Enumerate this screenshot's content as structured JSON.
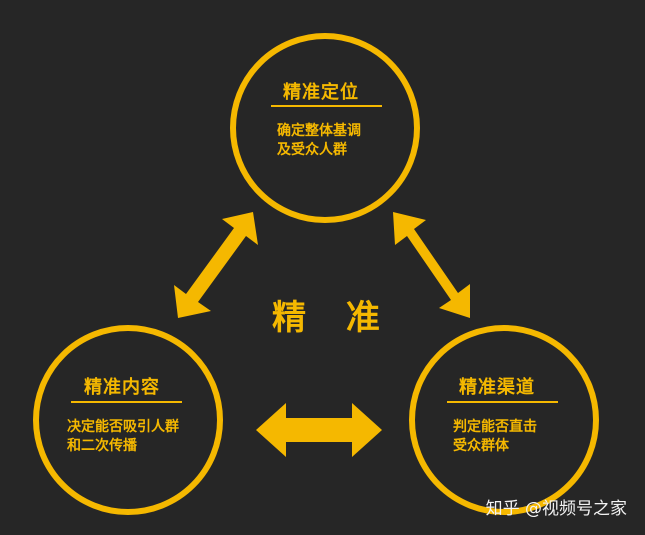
{
  "center_label": "精 准",
  "nodes": {
    "top": {
      "title": "精准定位",
      "desc_line1": "确定整体基调",
      "desc_line2": "及受众人群"
    },
    "left": {
      "title": "精准内容",
      "desc_line1": "决定能否吸引人群",
      "desc_line2": "和二次传播"
    },
    "right": {
      "title": "精准渠道",
      "desc_line1": "判定能否直击",
      "desc_line2": "受众群体"
    }
  },
  "watermark": "知乎 @视频号之家",
  "colors": {
    "background": "#262626",
    "accent": "#F5B800",
    "watermark": "#F2F2F2"
  }
}
